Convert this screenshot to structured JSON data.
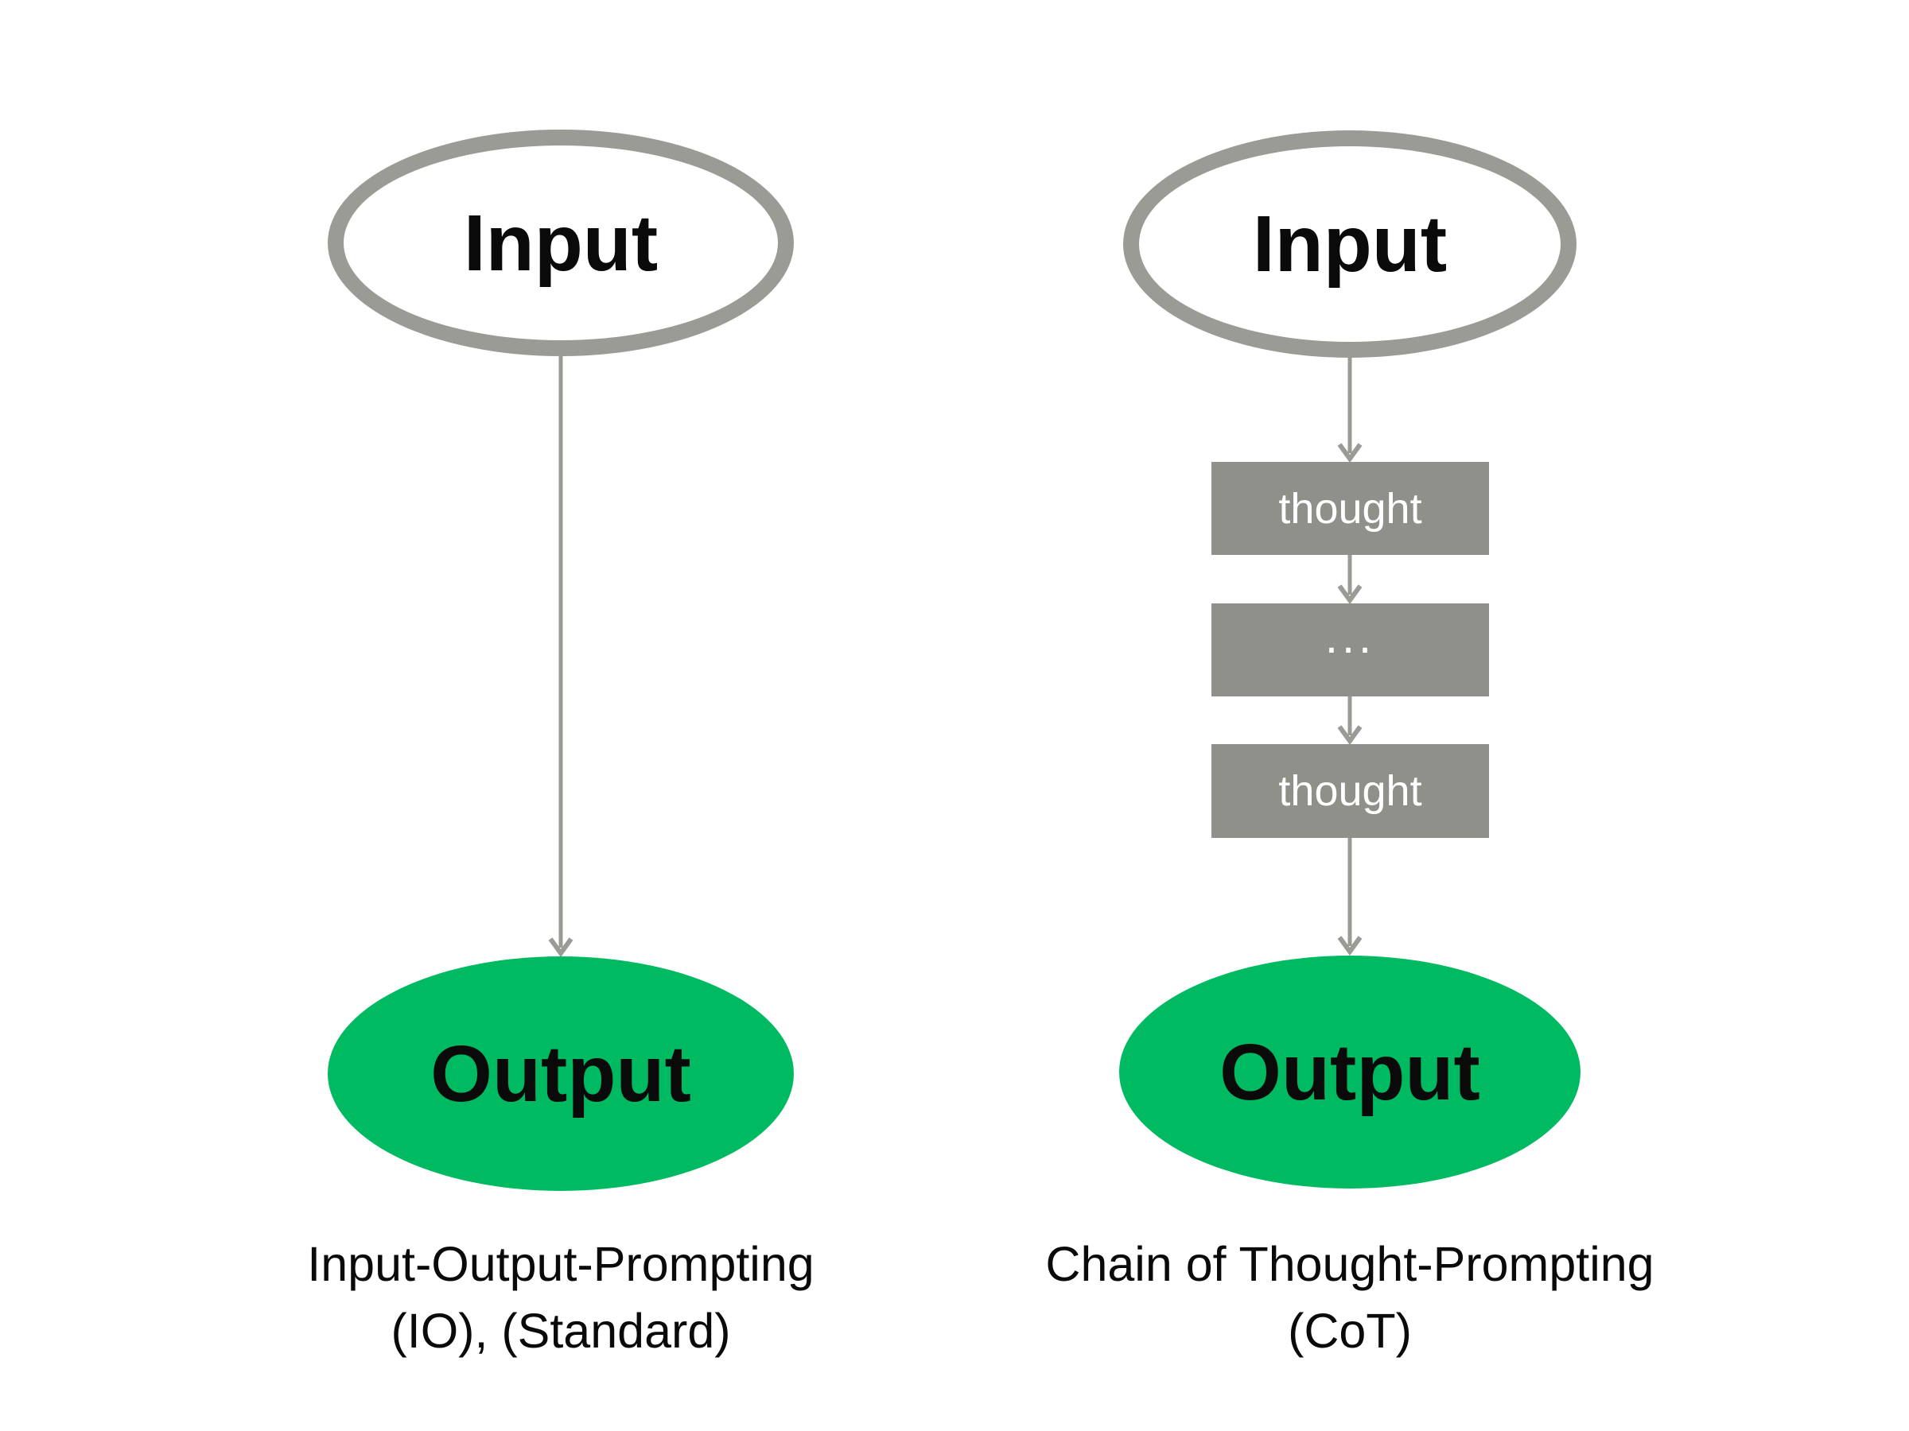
{
  "colors": {
    "background": "#ffffff",
    "green": "#00ba62",
    "ring_gray": "#9a9b94",
    "box_gray": "#8f908a",
    "arrow_gray": "#9a9b95",
    "label_text": "#0a0a0a",
    "box_text": "#ffffff"
  },
  "left_diagram": {
    "input_label": "Input",
    "output_label": "Output",
    "caption_line1": "Input-Output-Prompting",
    "caption_line2": "(IO), (Standard)"
  },
  "right_diagram": {
    "input_label": "Input",
    "thought_top_label": "thought",
    "ellipsis_label": "...",
    "thought_bottom_label": "thought",
    "output_label": "Output",
    "caption_line1": "Chain of Thought-Prompting",
    "caption_line2": "(CoT)"
  }
}
